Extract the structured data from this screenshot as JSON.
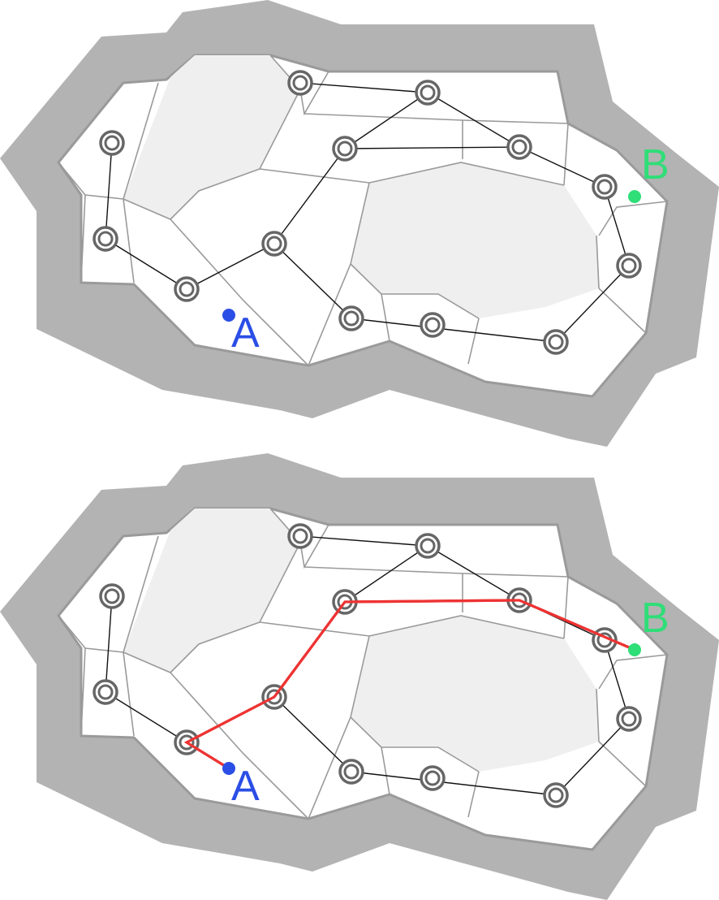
{
  "labels": {
    "start": "A",
    "goal": "B"
  },
  "colors": {
    "outer_wall": "#b3b3b3",
    "floor": "#ffffff",
    "obstacle": "#efefef",
    "cell_edge": "#9a9a9a",
    "graph_edge": "#111111",
    "node_ring": "#666666",
    "path": "#ee3333",
    "start": "#2b4ee6",
    "goal": "#2fde77"
  },
  "panels": [
    {
      "id": "top",
      "shows_path": false
    },
    {
      "id": "bottom",
      "shows_path": true
    }
  ]
}
